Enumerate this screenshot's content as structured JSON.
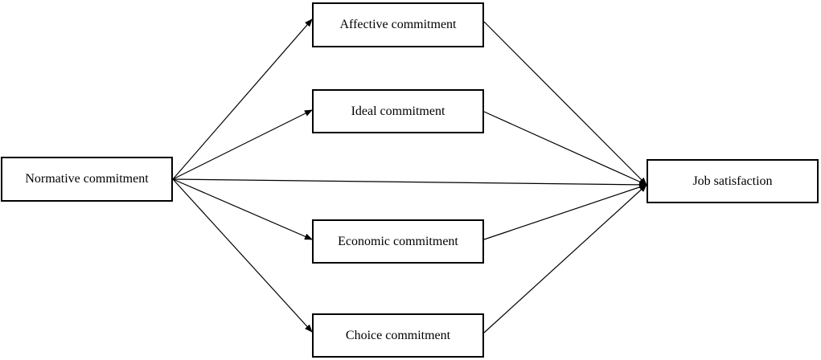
{
  "nodes": {
    "normative": "Normative commitment",
    "affective": "Affective commitment",
    "ideal": "Ideal commitment",
    "economic": "Economic commitment",
    "choice": "Choice commitment",
    "job_satisfaction": "Job satisfaction"
  },
  "edges": [
    {
      "from": "normative",
      "to": "affective"
    },
    {
      "from": "normative",
      "to": "ideal"
    },
    {
      "from": "normative",
      "to": "economic"
    },
    {
      "from": "normative",
      "to": "choice"
    },
    {
      "from": "normative",
      "to": "job_satisfaction"
    },
    {
      "from": "affective",
      "to": "job_satisfaction"
    },
    {
      "from": "ideal",
      "to": "job_satisfaction"
    },
    {
      "from": "economic",
      "to": "job_satisfaction"
    },
    {
      "from": "choice",
      "to": "job_satisfaction"
    }
  ]
}
